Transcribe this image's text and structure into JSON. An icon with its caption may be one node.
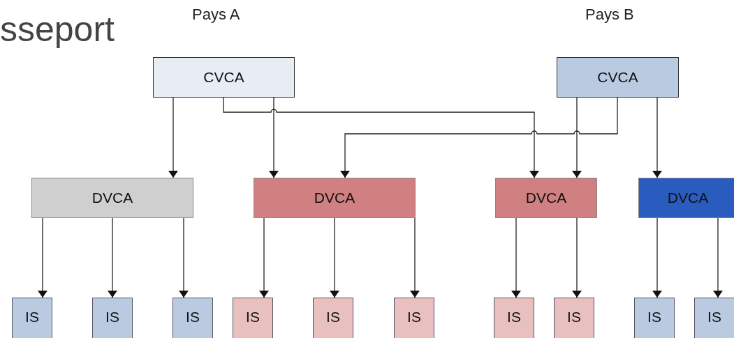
{
  "diagram": {
    "title": "sseport",
    "nodes": [
      {
        "text": [
          "CVCA"
        ]
      },
      {
        "text": [
          "CVCA"
        ]
      },
      {
        "text": [
          "DVCA"
        ]
      },
      {
        "text": [
          "DVCA"
        ]
      },
      {
        "text": [
          "DVCA"
        ]
      },
      {
        "text": [
          "DVCA"
        ]
      },
      {
        "text": [
          "IS"
        ]
      },
      {
        "text": [
          "IS"
        ]
      },
      {
        "text": [
          "IS"
        ]
      },
      {
        "text": [
          "IS"
        ]
      },
      {
        "text": [
          "IS"
        ]
      },
      {
        "text": [
          "IS"
        ]
      },
      {
        "text": [
          "IS"
        ]
      },
      {
        "text": [
          "IS"
        ]
      },
      {
        "text": [
          "IS"
        ]
      },
      {
        "text": [
          "IS"
        ]
      }
    ],
    "edges": [
      {
        "from": 0,
        "to": 2,
        "arrow": "to"
      },
      {
        "from": 0,
        "to": 3,
        "arrow": "to"
      },
      {
        "from": 0,
        "to": 4,
        "arrow": "to"
      },
      {
        "from": 1,
        "to": 4,
        "arrow": "to"
      },
      {
        "from": 1,
        "to": 3,
        "arrow": "to"
      },
      {
        "from": 1,
        "to": 5,
        "arrow": "to"
      },
      {
        "from": 2,
        "to": 6,
        "arrow": "to"
      },
      {
        "from": 2,
        "to": 7,
        "arrow": "to"
      },
      {
        "from": 2,
        "to": 8,
        "arrow": "to"
      },
      {
        "from": 3,
        "to": 9,
        "arrow": "to"
      },
      {
        "from": 3,
        "to": 10,
        "arrow": "to"
      },
      {
        "from": 3,
        "to": 11,
        "arrow": "to"
      },
      {
        "from": 4,
        "to": 12,
        "arrow": "to"
      },
      {
        "from": 4,
        "to": 13,
        "arrow": "to"
      },
      {
        "from": 5,
        "to": 14,
        "arrow": "to"
      },
      {
        "from": 5,
        "to": 15,
        "arrow": "to"
      }
    ],
    "labels": [
      "Pays A",
      "Pays B"
    ]
  }
}
